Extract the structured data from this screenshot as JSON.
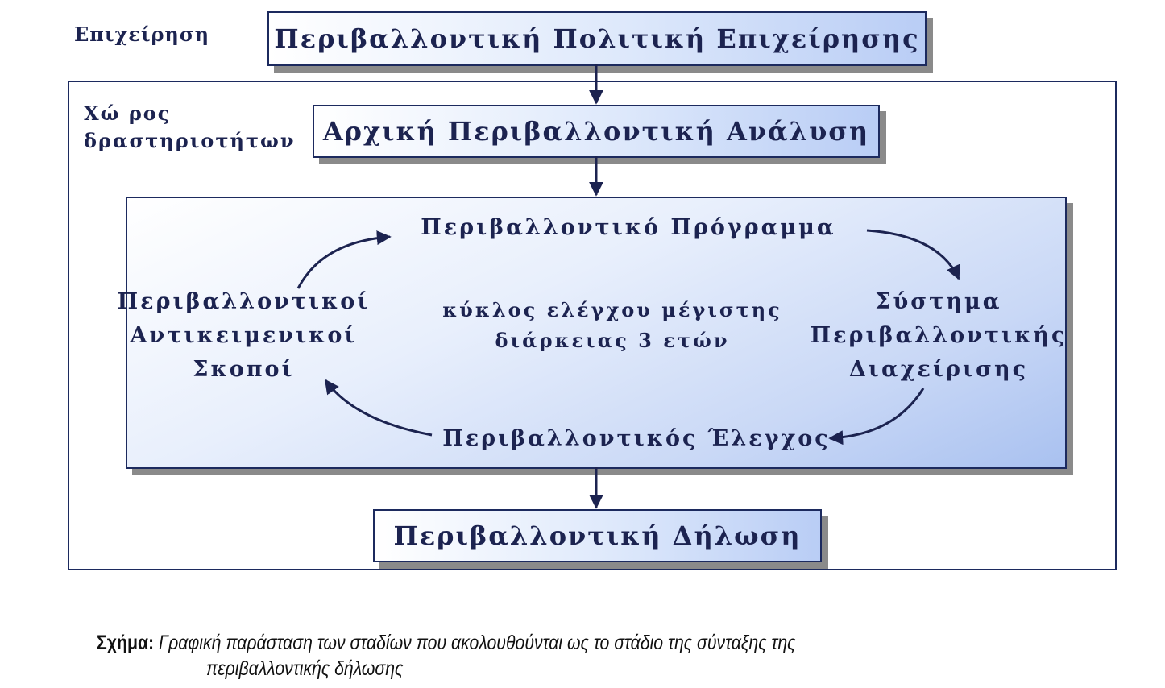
{
  "labels": {
    "company": "Επιχείρηση",
    "activity_area_line1": "Χώ ρος",
    "activity_area_line2": "δραστηριοτήτων"
  },
  "boxes": {
    "policy": "Περιβαλλοντική Πολιτική Επιχείρησης",
    "initial_analysis": "Αρχική Περιβαλλοντική Ανάλυση",
    "statement": "Περιβαλλοντική Δήλωση"
  },
  "cycle": {
    "program": "Περιβαλλοντικό Πρόγραμμα",
    "system_line1": "Σύστημα",
    "system_line2": "Περιβαλλοντικής",
    "system_line3": "Διαχείρισης",
    "audit": "Περιβαλλοντικός Έλεγχος",
    "objectives_line1": "Περιβαλλοντικοί",
    "objectives_line2": "Αντικειμενικοί",
    "objectives_line3": "Σκοποί",
    "center_line1": "κύκλος ελέγχου μέγιστης",
    "center_line2": "διάρκειας 3 ετών"
  },
  "caption": {
    "prefix": "Σχήμα:",
    "line1": "Γραφική παράσταση των σταδίων που ακολουθούνται ως το στάδιο της σύνταξης της",
    "line2": "περιβαλλοντικής δήλωσης"
  }
}
